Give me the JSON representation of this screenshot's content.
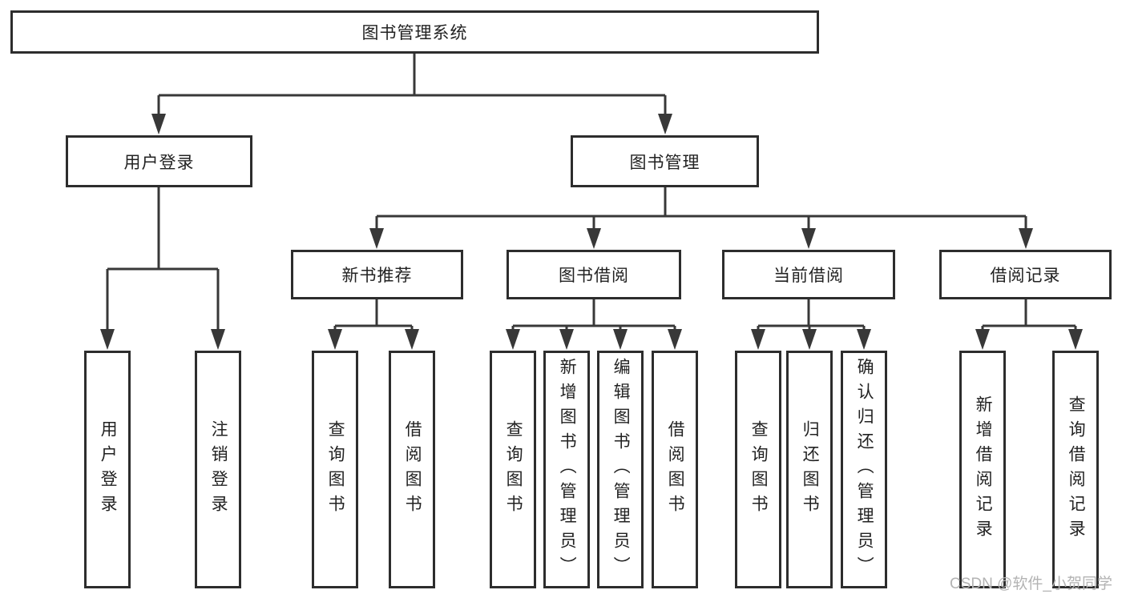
{
  "nodes": {
    "root": {
      "label": "图书管理系统"
    },
    "user_login": {
      "label": "用户登录"
    },
    "book_mgmt": {
      "label": "图书管理"
    },
    "new_book_rec": {
      "label": "新书推荐"
    },
    "book_borrow": {
      "label": "图书借阅"
    },
    "current_borrow": {
      "label": "当前借阅"
    },
    "borrow_records": {
      "label": "借阅记录"
    },
    "leaf_user_login": {
      "label": "用户登录"
    },
    "leaf_logout": {
      "label": "注销登录"
    },
    "leaf_nb_query": {
      "label": "查询图书"
    },
    "leaf_nb_borrow": {
      "label": "借阅图书"
    },
    "leaf_bb_query": {
      "label": "查询图书"
    },
    "leaf_bb_add": {
      "label": "新增图书（管理员）"
    },
    "leaf_bb_edit": {
      "label": "编辑图书（管理员）"
    },
    "leaf_bb_borrow": {
      "label": "借阅图书"
    },
    "leaf_cb_query": {
      "label": "查询图书"
    },
    "leaf_cb_return": {
      "label": "归还图书"
    },
    "leaf_cb_confirm": {
      "label": "确认归还（管理员）"
    },
    "leaf_rec_add": {
      "label": "新增借阅记录"
    },
    "leaf_rec_query": {
      "label": "查询借阅记录"
    }
  },
  "watermark": {
    "text": "CSDN @软件_小贺同学"
  },
  "colors": {
    "line": "#383838",
    "box_border": "#2d2d2d",
    "text": "#222222",
    "watermark": "#b3b3b3",
    "background": "#ffffff"
  }
}
